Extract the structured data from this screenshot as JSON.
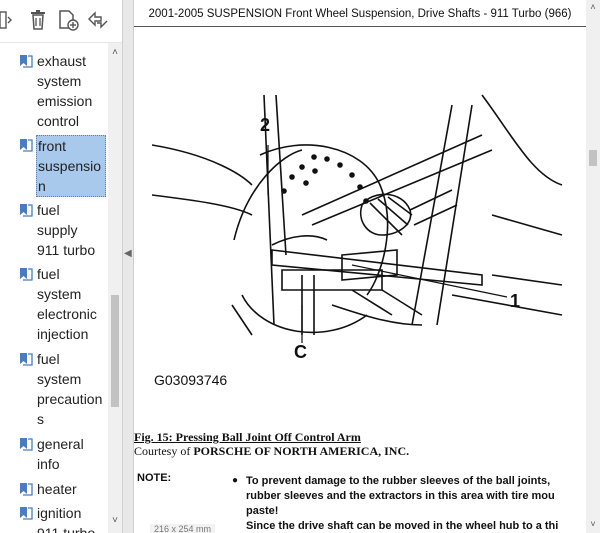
{
  "document": {
    "header": "2001-2005 SUSPENSION Front Wheel Suspension, Drive Shafts - 911 Turbo (966)",
    "figure_labels": {
      "a": "2",
      "b": "1",
      "c": "C"
    },
    "figure_id": "G03093746",
    "caption": "Fig. 15: Pressing Ball Joint Off Control Arm",
    "courtesy_prefix": "Courtesy of ",
    "courtesy_name": "PORSCHE OF NORTH AMERICA, INC.",
    "note_label": "NOTE:",
    "note_text": "To prevent damage to the rubber sleeves of the ball joints,\nrubber sleeves and the extractors in this area with tire mou\npaste!\nSince the drive shaft can be moved in the wheel hub to a thi",
    "page_size": "216 x 254 mm"
  },
  "bookmarks": [
    {
      "label": "exhaust\nsystem\nemission\ncontrol",
      "selected": false
    },
    {
      "label": "front\nsuspensio\nn",
      "selected": true
    },
    {
      "label": "fuel\nsupply\n911 turbo",
      "selected": false
    },
    {
      "label": "fuel\nsystem\nelectronic\ninjection",
      "selected": false
    },
    {
      "label": "fuel\nsystem\nprecaution\ns",
      "selected": false
    },
    {
      "label": "general\ninfo",
      "selected": false
    },
    {
      "label": "heater",
      "selected": false
    },
    {
      "label": "ignition\n911 turbo",
      "selected": false
    }
  ],
  "scroll_arrows": {
    "up": "˄",
    "down": "˅"
  },
  "icons": [
    "expand-icon",
    "delete-icon",
    "add-bookmark-icon",
    "new-bookmark-from-structure-icon",
    "bookmark-icon"
  ],
  "colors": {
    "selection": "#a8c8ec",
    "bookmark_icon": "#4a7cc0"
  }
}
